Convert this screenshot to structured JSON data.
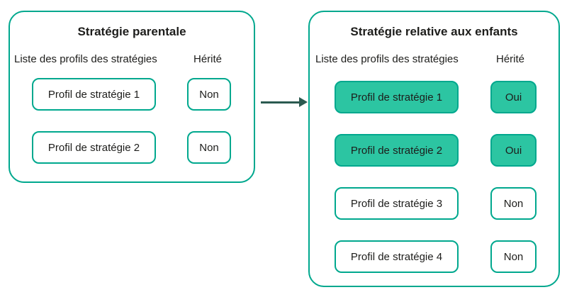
{
  "colors": {
    "border_teal": "#00A88E",
    "highlight_fill": "#2CC5A2",
    "arrow_dark_teal": "#2B5A50",
    "text": "#1D1D1B",
    "background": "#FFFFFF"
  },
  "left_panel": {
    "title": "Stratégie parentale",
    "column_profiles": "Liste des profils des stratégies",
    "column_inherited": "Hérité",
    "rows": [
      {
        "profile": "Profil de stratégie 1",
        "inherited": "Non",
        "highlighted": false
      },
      {
        "profile": "Profil de stratégie 2",
        "inherited": "Non",
        "highlighted": false
      }
    ]
  },
  "right_panel": {
    "title": "Stratégie relative aux enfants",
    "column_profiles": "Liste des profils des stratégies",
    "column_inherited": "Hérité",
    "rows": [
      {
        "profile": "Profil de stratégie 1",
        "inherited": "Oui",
        "highlighted": true
      },
      {
        "profile": "Profil de stratégie 2",
        "inherited": "Oui",
        "highlighted": true
      },
      {
        "profile": "Profil de stratégie 3",
        "inherited": "Non",
        "highlighted": false
      },
      {
        "profile": "Profil de stratégie 4",
        "inherited": "Non",
        "highlighted": false
      }
    ]
  }
}
